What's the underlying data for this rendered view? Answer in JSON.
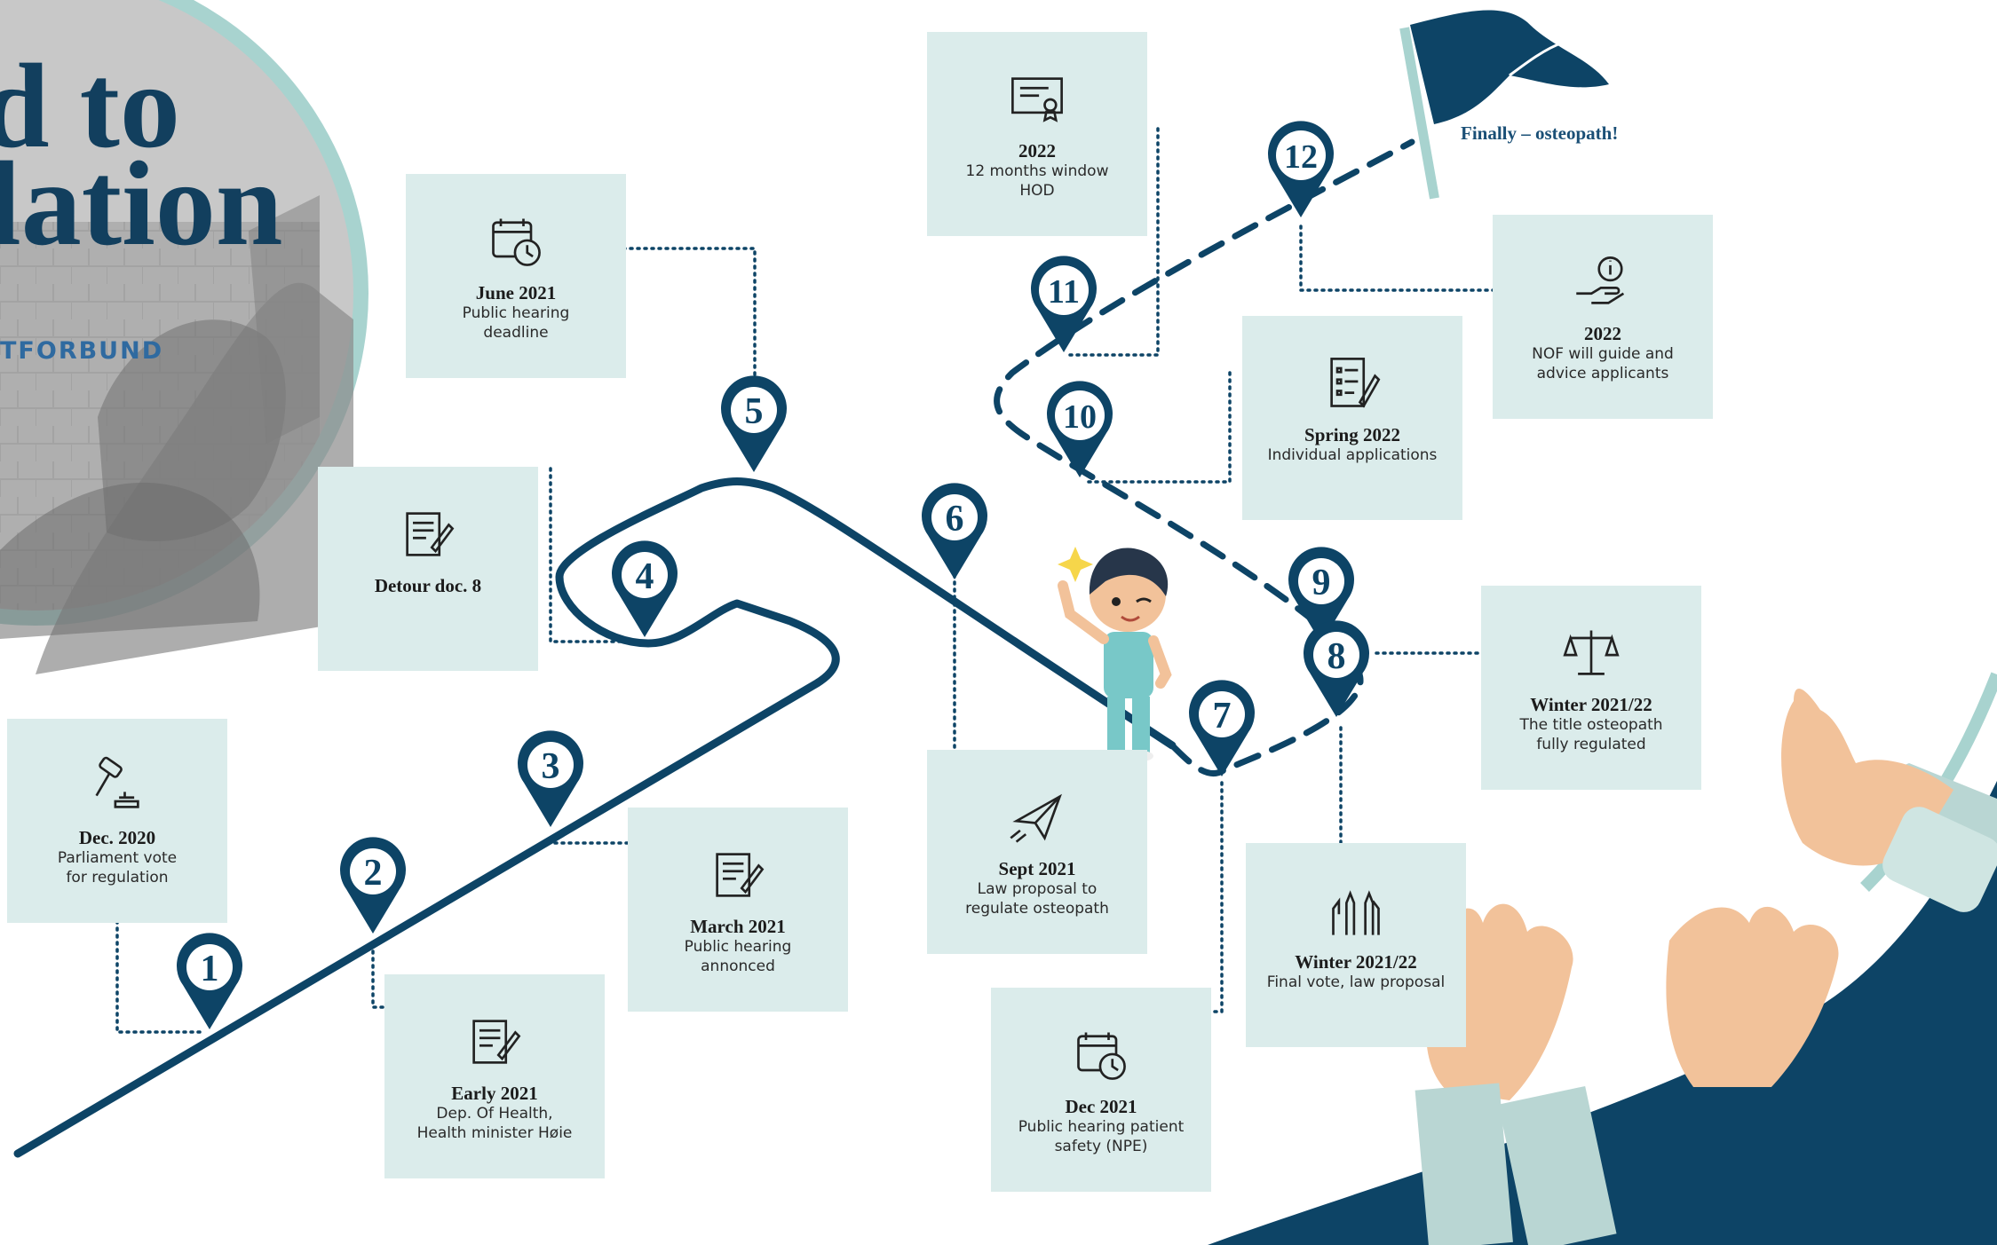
{
  "title": {
    "line1": "d to",
    "line2": "lation",
    "brand": "TFORBUND"
  },
  "finale": "Finally – osteopath!",
  "colors": {
    "navy": "#0d4466",
    "card": "#dbeceb",
    "teal_ring": "#a8d3cf"
  },
  "milestones": [
    {
      "n": "1",
      "date": "Dec. 2020",
      "desc": "Parliament vote\nfor regulation",
      "icon": "gavel-icon"
    },
    {
      "n": "2",
      "date": "Early 2021",
      "desc": "Dep. Of Health,\nHealth minister Høie",
      "icon": "document-pen-icon"
    },
    {
      "n": "3",
      "date": "March 2021",
      "desc": "Public hearing\nannonced",
      "icon": "document-pen-icon"
    },
    {
      "n": "4",
      "date": "Detour doc. 8",
      "desc": "",
      "icon": "document-pen-icon"
    },
    {
      "n": "5",
      "date": "June 2021",
      "desc": "Public hearing\ndeadline",
      "icon": "calendar-clock-icon"
    },
    {
      "n": "6",
      "date": "Sept 2021",
      "desc": "Law proposal to\nregulate osteopath",
      "icon": "paper-plane-icon"
    },
    {
      "n": "7",
      "date": "Dec 2021",
      "desc": "Public hearing patient\nsafety (NPE)",
      "icon": "calendar-clock-icon"
    },
    {
      "n": "8",
      "date": "Winter 2021/22",
      "desc": "The title osteopath\nfully regulated",
      "icon": "scales-icon"
    },
    {
      "n": "9",
      "date": "Winter 2021/22",
      "desc": "Final vote, law proposal",
      "icon": "raised-hands-icon"
    },
    {
      "n": "10",
      "date": "Spring 2022",
      "desc": "Individual applications",
      "icon": "checklist-icon"
    },
    {
      "n": "11",
      "date": "2022",
      "desc": "12 months window\nHOD",
      "icon": "certificate-icon"
    },
    {
      "n": "12",
      "date": "2022",
      "desc": "NOF will guide and\nadvice applicants",
      "icon": "info-hand-icon"
    }
  ]
}
